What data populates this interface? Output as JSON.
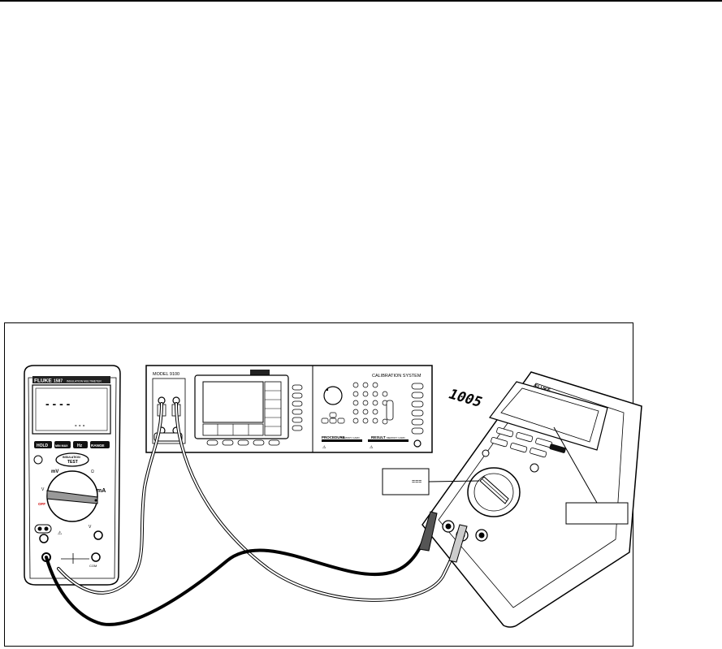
{
  "left_meter": {
    "brand": "FLUKE",
    "model": "1587",
    "subtitle": "INSULATION MULTIMETER",
    "display_digits": "- - - -",
    "display_sub": "- - -",
    "buttons": [
      "HOLD",
      "MIN MAX",
      "Hz",
      "RANGE"
    ],
    "insulation_button_line1": "INSULATION",
    "insulation_button_line2": "TEST",
    "dial_off_label": "OFF",
    "dial_ma_label": "mA",
    "dial_mv_label": "mV",
    "terminal_com_label": "COM",
    "terminal_v_label": "V"
  },
  "calibrator": {
    "model": "MODEL 9100",
    "system_label": "CALIBRATION SYSTEM",
    "procedure_label": "PROCEDURE",
    "result_label": "RESULT",
    "card_label": "MEMORY CARD"
  },
  "right_meter": {
    "brand": "FLUKE",
    "display_reading": "1005"
  },
  "callout_left": {
    "symbol": "==="
  },
  "callout_right": {
    "text": ""
  }
}
